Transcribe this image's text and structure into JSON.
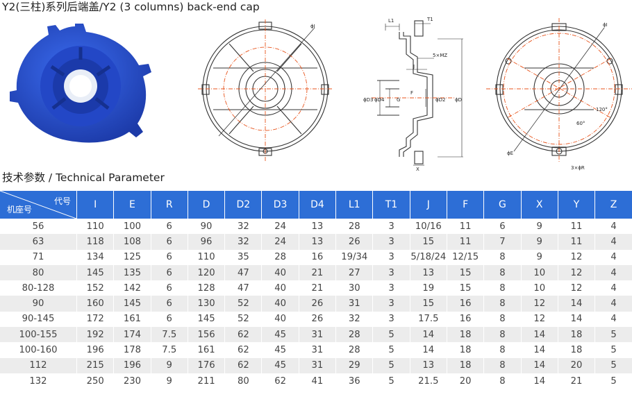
{
  "header": {
    "title": "Y2(三柱)系列后端盖/Y2 (3 columns) back-end cap",
    "section_title": "技术参数 / Technical Parameter"
  },
  "drawing_labels": {
    "phi_i": "ϕI",
    "l1": "L1",
    "t1": "T1",
    "mz": "5×MZ",
    "j": "J",
    "d3": "ϕD3",
    "d4": "ϕD4",
    "g": "G",
    "f": "F",
    "d2": "ϕD2",
    "d": "ϕD",
    "x": "X",
    "angle_120": "120°",
    "angle_60": "60°",
    "phi_e": "ϕE",
    "r3": "3×ϕR"
  },
  "colors": {
    "header_blue": "#2d6ed6",
    "part_blue": "#2450c9",
    "center_line": "#e8541c"
  },
  "table": {
    "corner_top": "代号",
    "corner_bottom": "机座号",
    "columns": [
      "I",
      "E",
      "R",
      "D",
      "D2",
      "D3",
      "D4",
      "L1",
      "T1",
      "J",
      "F",
      "G",
      "X",
      "Y",
      "Z"
    ],
    "rows": [
      [
        "56",
        "110",
        "100",
        "6",
        "90",
        "32",
        "24",
        "13",
        "28",
        "3",
        "10/16",
        "11",
        "6",
        "9",
        "11",
        "4"
      ],
      [
        "63",
        "118",
        "108",
        "6",
        "96",
        "32",
        "24",
        "13",
        "26",
        "3",
        "15",
        "11",
        "7",
        "9",
        "11",
        "4"
      ],
      [
        "71",
        "134",
        "125",
        "6",
        "110",
        "35",
        "28",
        "16",
        "19/34",
        "3",
        "5/18/24",
        "12/15",
        "8",
        "9",
        "12",
        "4"
      ],
      [
        "80",
        "145",
        "135",
        "6",
        "120",
        "47",
        "40",
        "21",
        "27",
        "3",
        "13",
        "15",
        "8",
        "10",
        "12",
        "4"
      ],
      [
        "80-128",
        "152",
        "142",
        "6",
        "128",
        "47",
        "40",
        "21",
        "30",
        "3",
        "19",
        "15",
        "8",
        "10",
        "12",
        "4"
      ],
      [
        "90",
        "160",
        "145",
        "6",
        "130",
        "52",
        "40",
        "26",
        "31",
        "3",
        "15",
        "16",
        "8",
        "12",
        "14",
        "4"
      ],
      [
        "90-145",
        "172",
        "161",
        "6",
        "145",
        "52",
        "40",
        "26",
        "32",
        "3",
        "17.5",
        "16",
        "8",
        "12",
        "14",
        "4"
      ],
      [
        "100-155",
        "192",
        "174",
        "7.5",
        "156",
        "62",
        "45",
        "31",
        "28",
        "5",
        "14",
        "18",
        "8",
        "14",
        "18",
        "5"
      ],
      [
        "100-160",
        "196",
        "178",
        "7.5",
        "161",
        "62",
        "45",
        "31",
        "28",
        "5",
        "14",
        "18",
        "8",
        "14",
        "18",
        "5"
      ],
      [
        "112",
        "215",
        "196",
        "9",
        "176",
        "62",
        "45",
        "31",
        "29",
        "5",
        "13",
        "18",
        "8",
        "14",
        "20",
        "5"
      ],
      [
        "132",
        "250",
        "230",
        "9",
        "211",
        "80",
        "62",
        "41",
        "36",
        "5",
        "21.5",
        "20",
        "8",
        "14",
        "21",
        "5"
      ]
    ]
  }
}
